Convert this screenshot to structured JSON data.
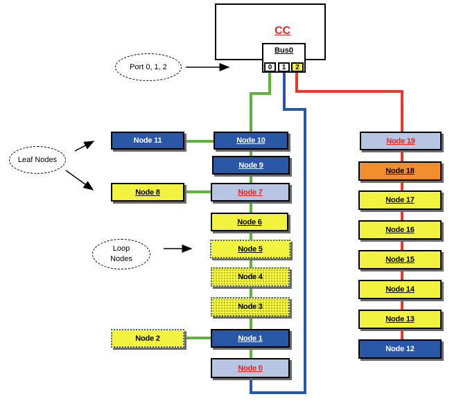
{
  "controller": {
    "label": "CC",
    "bus_label": "Bus0",
    "ports": [
      "0",
      "1",
      "2"
    ]
  },
  "callouts": {
    "port": "Port 0, 1, 2",
    "leaf": "Leaf Nodes",
    "loop": "Loop Nodes"
  },
  "nodes": {
    "n0": "Node 0",
    "n1": "Node 1",
    "n2": "Node 2",
    "n3": "Node 3",
    "n4": "Node 4",
    "n5": "Node 5",
    "n6": "Node 6",
    "n7": "Node 7",
    "n8": "Node 8",
    "n9": "Node 9",
    "n10": "Node 10",
    "n11": "Node 11",
    "n12": "Node 12",
    "n13": "Node 13",
    "n14": "Node 14",
    "n15": "Node 15",
    "n16": "Node 16",
    "n17": "Node 17",
    "n18": "Node 18",
    "n19": "Node 19"
  },
  "colors": {
    "port0_link": "#5fb33a",
    "port1_link": "#2a56a6",
    "port2_link": "#e53a2a",
    "node_blue": "#2a56a6",
    "node_yellow": "#f2f241",
    "node_light": "#b7c5e3",
    "node_orange": "#f08d2c"
  }
}
